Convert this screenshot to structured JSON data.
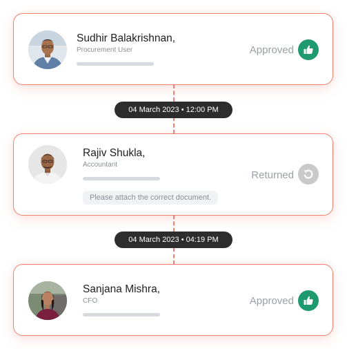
{
  "approvals": [
    {
      "name": "Sudhir Balakrishnan,",
      "role": "Procurement User",
      "status": "Approved",
      "status_icon": "thumbs-up-icon"
    },
    {
      "name": "Rajiv Shukla,",
      "role": "Accountant",
      "status": "Returned",
      "status_icon": "return-arrow-icon",
      "note": "Please attach the correct document."
    },
    {
      "name": "Sanjana Mishra,",
      "role": "CFO",
      "status": "Approved",
      "status_icon": "thumbs-up-icon"
    }
  ],
  "timestamps": [
    "04 March 2023 • 12:00 PM",
    "04 March 2023 • 04:19 PM"
  ],
  "colors": {
    "accent_border": "#f08070",
    "approved": "#1f9a6f",
    "returned": "#c9c9c9",
    "pill_bg": "#2d2d2d"
  }
}
